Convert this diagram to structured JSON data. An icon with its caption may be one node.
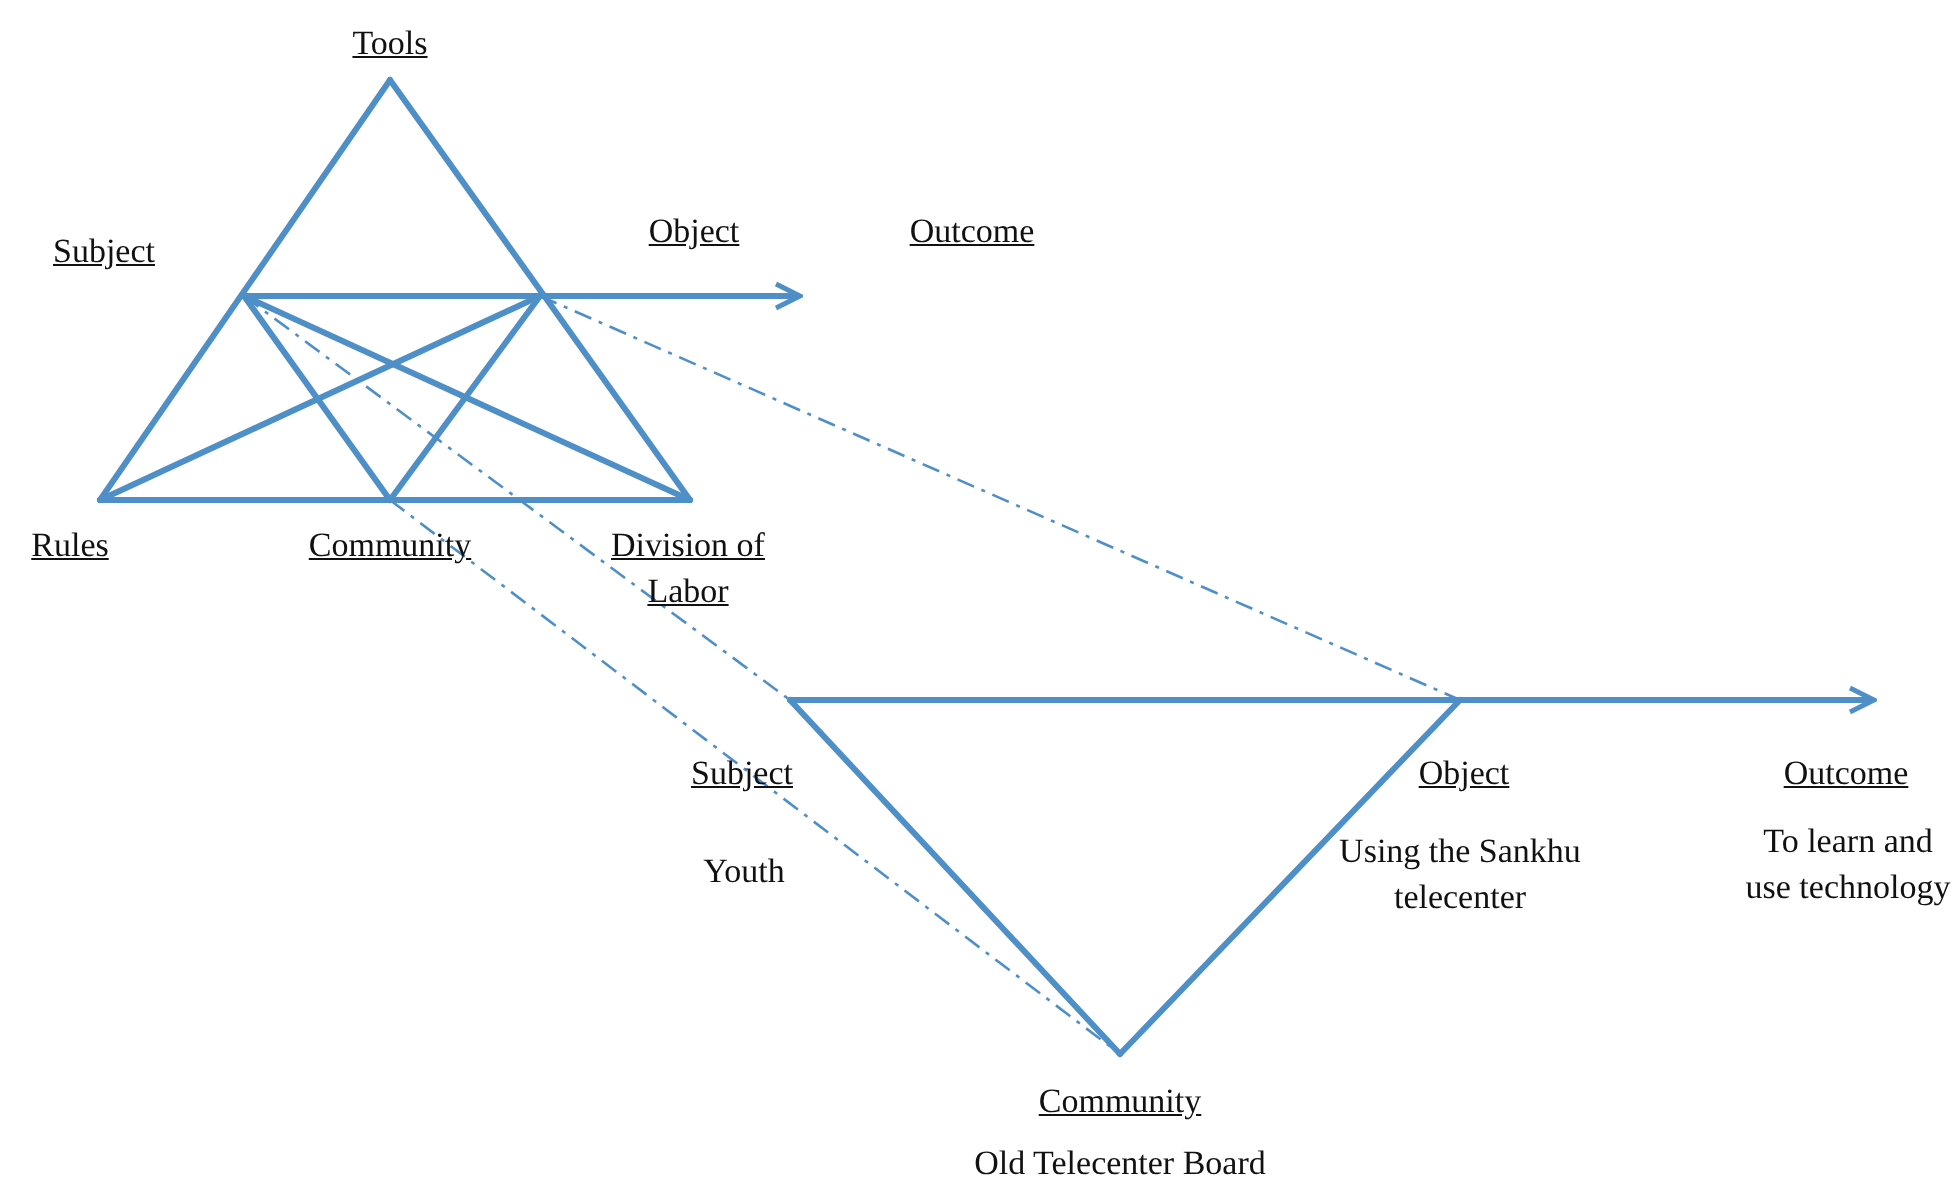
{
  "diagram": {
    "nodes": [
      {
        "text": [],
        "shape": "triangle"
      },
      {
        "text": [],
        "shape": "triangle"
      }
    ],
    "edges": [
      {
        "from": 0,
        "to": null,
        "arrow": "to",
        "style": "thick"
      },
      {
        "from": 1,
        "to": null,
        "arrow": "to",
        "style": "thick"
      },
      {
        "from": 0,
        "to": 1,
        "arrow": "none",
        "style": "dashed"
      },
      {
        "from": 0,
        "to": 1,
        "arrow": "none",
        "style": "dashed"
      },
      {
        "from": 0,
        "to": 1,
        "arrow": "none",
        "style": "dashed"
      }
    ],
    "labels": [
      "Tools",
      "Subject",
      "Object",
      "Outcome",
      "Rules",
      "Community",
      "Division of Labor",
      "Subject",
      "Object",
      "Outcome",
      "Youth",
      "Using the Sankhu telecenter",
      "To learn and use technology",
      "Community",
      "Old Telecenter Board"
    ]
  }
}
